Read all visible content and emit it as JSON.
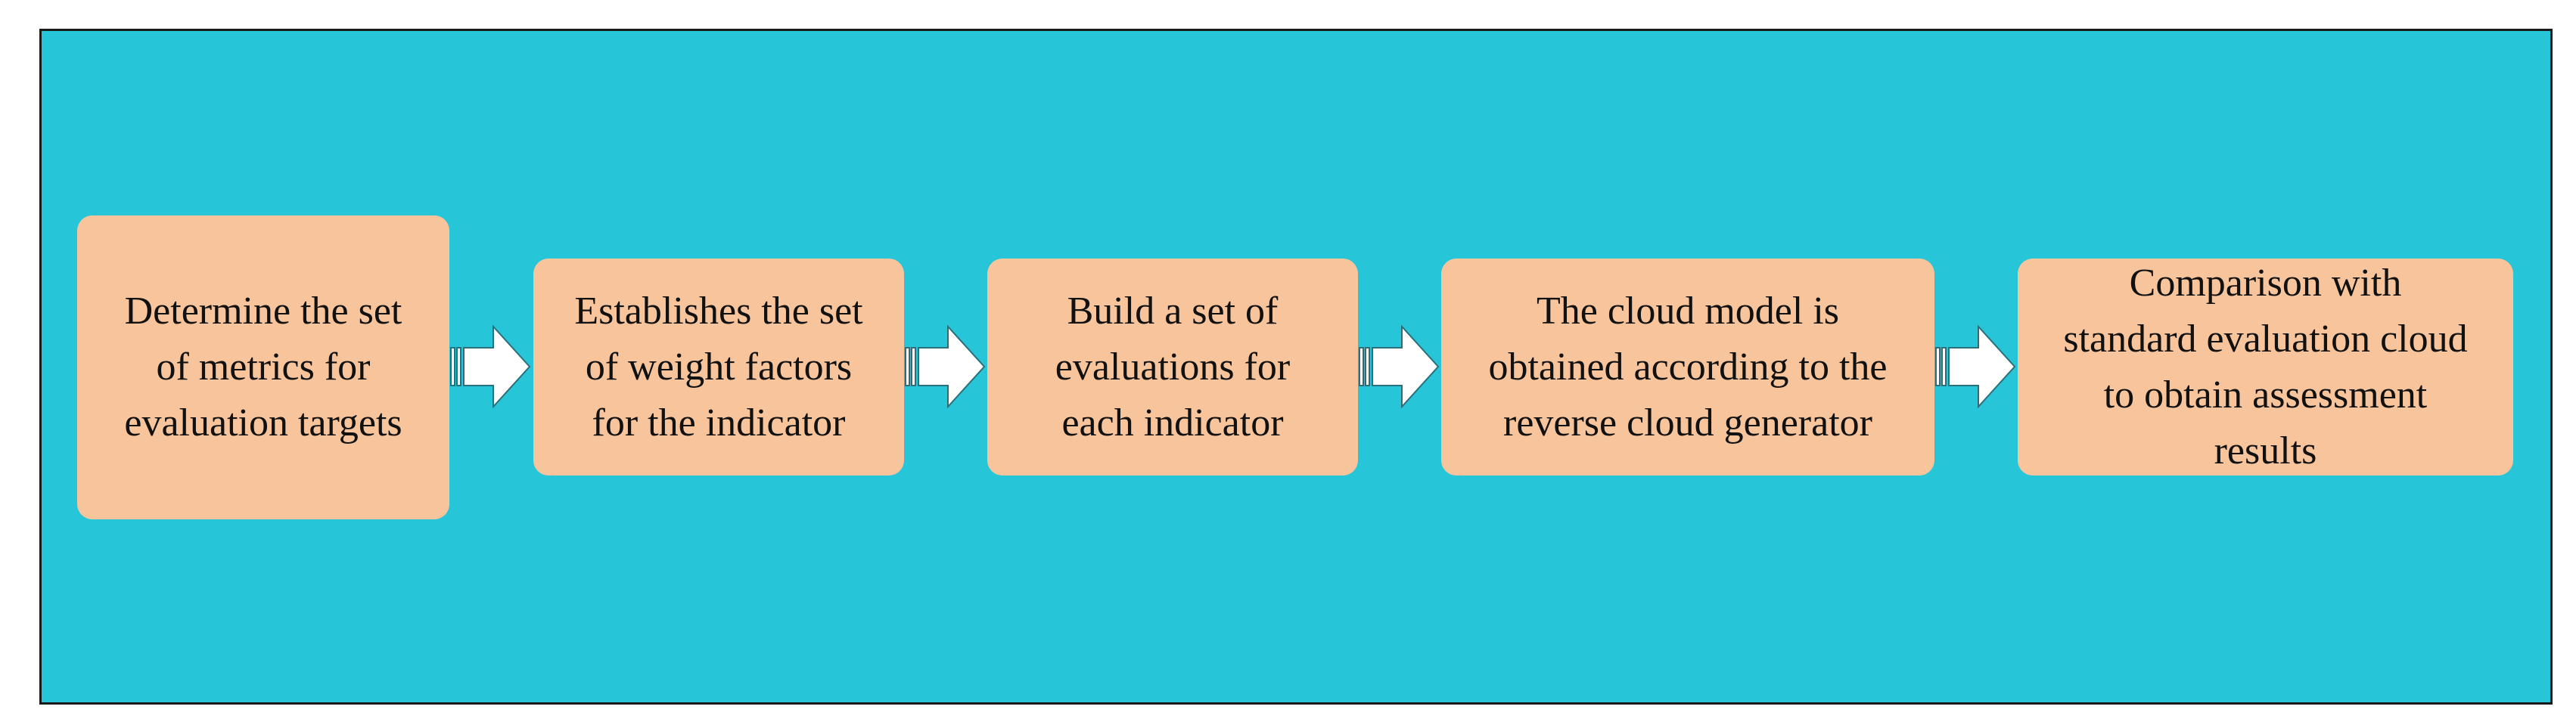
{
  "diagram": {
    "colors": {
      "background": "#26c5d8",
      "box_fill": "#f7c49c",
      "border": "#1a1a1a",
      "arrow_fill": "#ffffff",
      "arrow_stroke": "#2a6f7a"
    },
    "steps": [
      {
        "label": "Determine the set\nof metrics for\nevaluation targets"
      },
      {
        "label": "Establishes the set\nof weight factors\nfor the indicator"
      },
      {
        "label": "Build a set of\nevaluations for\neach indicator"
      },
      {
        "label": "The cloud model is\nobtained according to the\nreverse cloud generator"
      },
      {
        "label": "Comparison with\nstandard evaluation cloud\nto obtain assessment\nresults"
      }
    ],
    "connectors": [
      {
        "icon": "striped-block-arrow-icon"
      },
      {
        "icon": "striped-block-arrow-icon"
      },
      {
        "icon": "striped-block-arrow-icon"
      },
      {
        "icon": "striped-block-arrow-icon"
      }
    ]
  }
}
